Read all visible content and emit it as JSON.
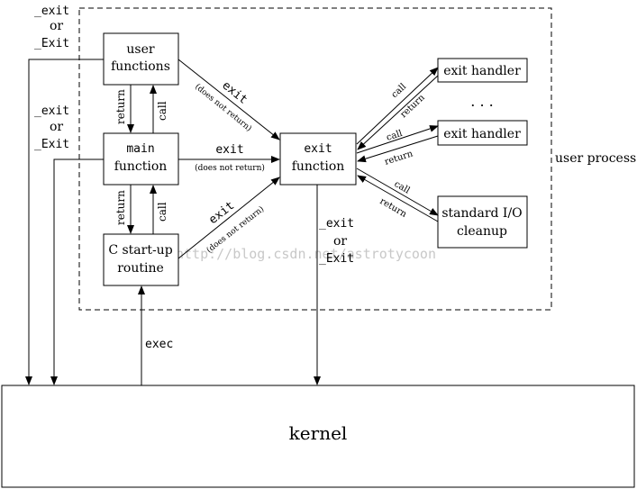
{
  "boxes": {
    "user_functions": [
      "user",
      "functions"
    ],
    "main_function": [
      "main",
      "function"
    ],
    "c_startup": [
      "C start-up",
      "routine"
    ],
    "exit_function": [
      "exit",
      "function"
    ],
    "exit_handler_1": "exit handler",
    "exit_handler_2": "exit handler",
    "stdio_cleanup": [
      "standard I/O",
      "cleanup"
    ],
    "kernel": "kernel"
  },
  "labels": {
    "user_process": "user process",
    "ellipsis": ". . .",
    "exit_top": [
      "_exit",
      "or",
      "_Exit"
    ],
    "exit_mid": [
      "_exit",
      "or",
      "_Exit"
    ],
    "exit_right": [
      "_exit",
      "or",
      "_Exit"
    ],
    "exec": "exec",
    "return": "return",
    "call": "call",
    "exit": "exit",
    "does_not_return": "(does not return)"
  },
  "watermark": "http://blog.csdn.net/astrotycoon"
}
